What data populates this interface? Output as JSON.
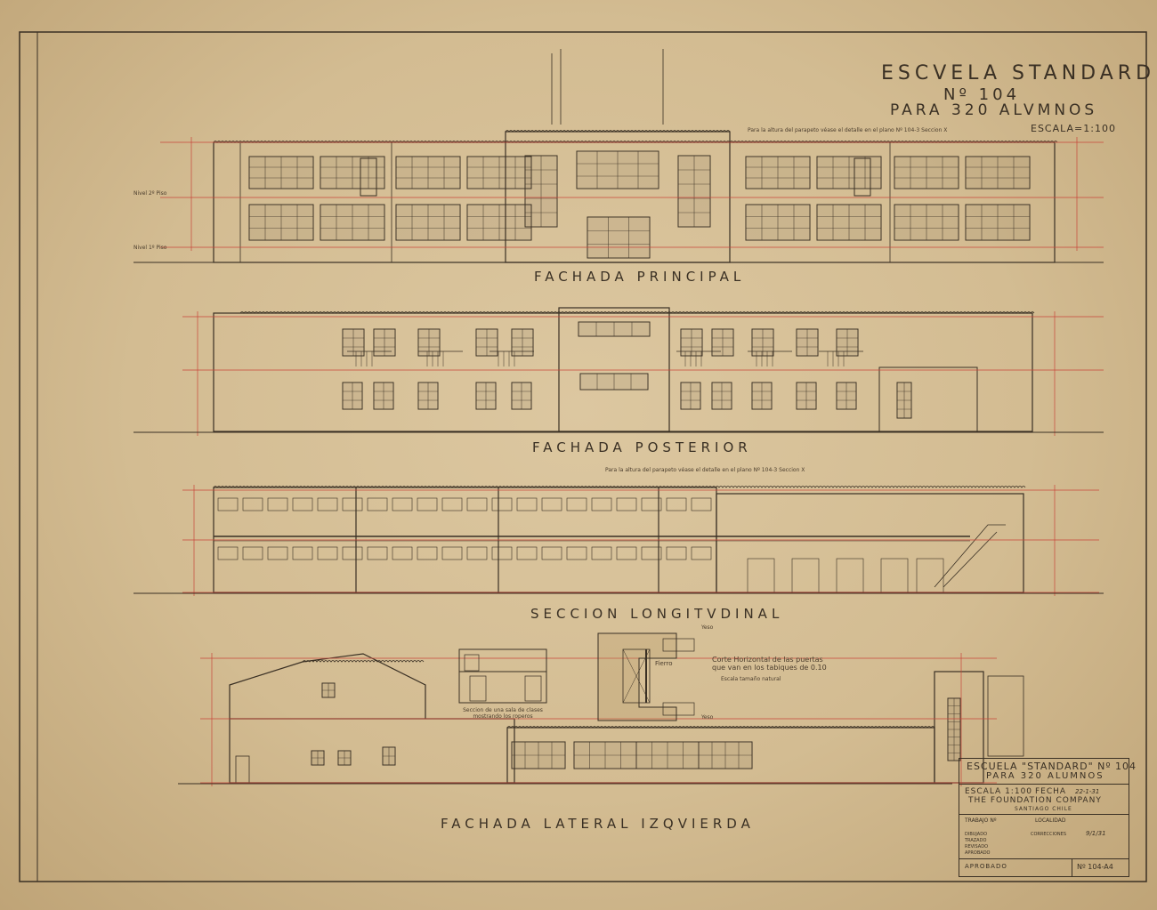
{
  "title": {
    "line1": "ESCVELA STANDARD",
    "line2": "Nº 104",
    "line3": "PARA 320 ALVMNOS",
    "scale": "ESCALA=1:100"
  },
  "views": {
    "front": "FACHADA PRINCIPAL",
    "rear": "FACHADA POSTERIOR",
    "section": "SECCION LONGITVDINAL",
    "side": "FACHADA LATERAL IZQVIERDA"
  },
  "notes": {
    "parapet": "Para la altura del parapeto véase el detalle en el plano Nº 104-3 Seccion X",
    "parapet2": "Para la altura del parapeto véase el detalle en el plano Nº 104-3 Seccion X",
    "door_section_title": "Corte Horizontal de las puertas que van en los tabiques de 0.10",
    "door_section_scale": "Escala tamaño natural",
    "fierro": "Fierro",
    "yeso": "Yeso",
    "classroom_section": "Seccion de una sala de clases mostrando los roperos",
    "floor_levels": [
      "Nivel 2º Piso",
      "Nivel 1º Piso"
    ]
  },
  "title_block": {
    "school": "ESCUELA \"STANDARD\" Nº 104",
    "students": "PARA 320 ALUMNOS",
    "scale": "ESCALA 1:100",
    "date_label": "FECHA",
    "date": "22-1-31",
    "company": "THE FOUNDATION COMPANY",
    "city": "SANTIAGO CHILE",
    "trabajo": "TRABAJO Nº",
    "localidad": "LOCALIDAD",
    "dibujado": "DIBUJADO",
    "correcciones": "CORRECCIONES",
    "correcciones_val": "9/1/31",
    "trazado": "TRAZADO",
    "revisado": "REVISADO",
    "aprobado_small": "APROBADO",
    "aprobado": "APROBADO",
    "sheet_no": "Nº 104-A4"
  },
  "colors": {
    "ink": "#3a3024",
    "dimension": "#c8463a",
    "paper": "#d6c19a"
  }
}
